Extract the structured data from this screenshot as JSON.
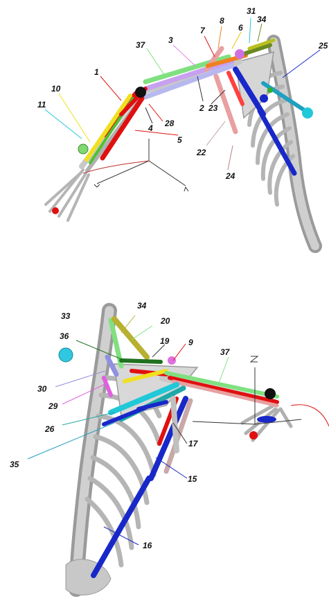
{
  "top_view": {
    "labels": [
      {
        "id": "1",
        "text": "1"
      },
      {
        "id": "2",
        "text": "2"
      },
      {
        "id": "3",
        "text": "3"
      },
      {
        "id": "4",
        "text": "4"
      },
      {
        "id": "5",
        "text": "5"
      },
      {
        "id": "6",
        "text": "6"
      },
      {
        "id": "7",
        "text": "7"
      },
      {
        "id": "8",
        "text": "8"
      },
      {
        "id": "10",
        "text": "10"
      },
      {
        "id": "11",
        "text": "11"
      },
      {
        "id": "22",
        "text": "22"
      },
      {
        "id": "23",
        "text": "23"
      },
      {
        "id": "24",
        "text": "24"
      },
      {
        "id": "25",
        "text": "25"
      },
      {
        "id": "28",
        "text": "28"
      },
      {
        "id": "31",
        "text": "31"
      },
      {
        "id": "34",
        "text": "34"
      },
      {
        "id": "37",
        "text": "37"
      }
    ]
  },
  "bottom_view": {
    "labels": [
      {
        "id": "9",
        "text": "9"
      },
      {
        "id": "15",
        "text": "15"
      },
      {
        "id": "16",
        "text": "16"
      },
      {
        "id": "17",
        "text": "17"
      },
      {
        "id": "19",
        "text": "19"
      },
      {
        "id": "20",
        "text": "20"
      },
      {
        "id": "26",
        "text": "26"
      },
      {
        "id": "29",
        "text": "29"
      },
      {
        "id": "30",
        "text": "30"
      },
      {
        "id": "33",
        "text": "33"
      },
      {
        "id": "34",
        "text": "34"
      },
      {
        "id": "35",
        "text": "35"
      },
      {
        "id": "36",
        "text": "36"
      },
      {
        "id": "37",
        "text": "37"
      }
    ]
  },
  "colors": {
    "bone": "#c9c9c9",
    "bone_dark": "#8a8a8a",
    "red": "#e01010",
    "blue": "#1020c0",
    "cyan": "#20c8d8",
    "yellow": "#f0e020",
    "green": "#80e080",
    "lavender": "#b8a8e8",
    "pink": "#e8a0a0",
    "orange": "#f08020",
    "olive": "#a8a830"
  }
}
